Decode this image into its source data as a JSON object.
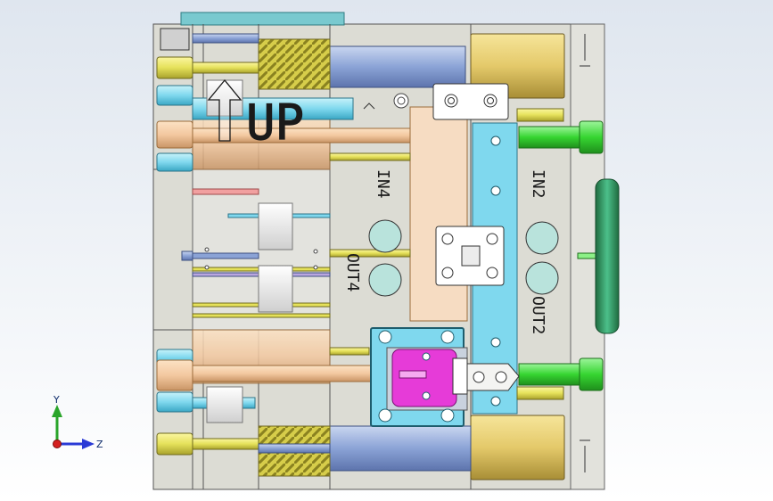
{
  "viewport": {
    "background_top": "#dfe6ef",
    "background_bottom": "#ffffff"
  },
  "engraving": {
    "up_label": "UP",
    "in4_label": "IN4",
    "out4_label": "OUT4",
    "in2_label": "IN2",
    "out2_label": "OUT2"
  },
  "triad": {
    "y_label": "Y",
    "z_label": "Z"
  },
  "colors": {
    "plate": "#dcdcd4",
    "plate_line": "#555555",
    "yellow_part": "#e5e15a",
    "yellow_dark": "#bdb63a",
    "cyan_part": "#7fd8ee",
    "cyan_dark": "#3aa7c4",
    "peach_part": "#f3c8a0",
    "blue_steel": "#8ba3d6",
    "magenta_part": "#e63bd8",
    "green_part": "#36d531",
    "green_dark": "#2a8f46",
    "teal_part": "#79c9cf",
    "white_block": "#f4f4f2",
    "gold_bush": "#e4c96a",
    "gold_dark": "#a88e36",
    "spring": "#e6d84a",
    "triad_y": "#2aa52a",
    "triad_z": "#2a3ad6",
    "triad_x": "#d42020"
  }
}
